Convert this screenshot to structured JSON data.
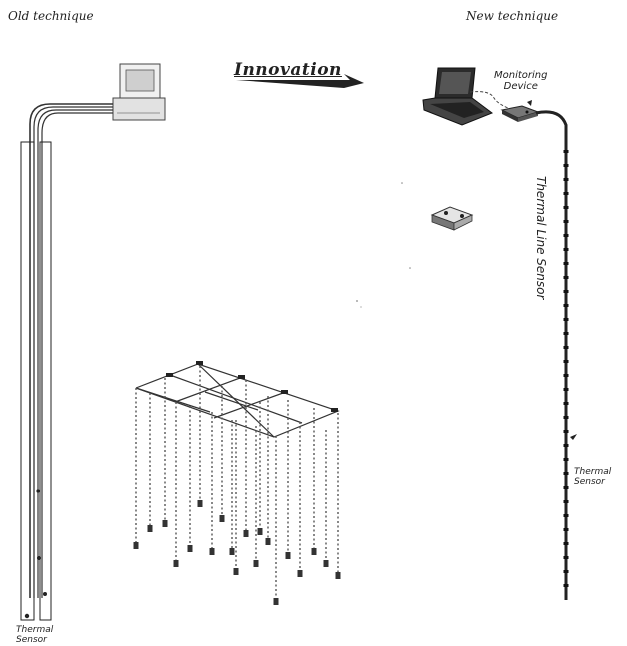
{
  "labels": {
    "old_technique": "Old technique",
    "new_technique": "New technique",
    "innovation": "Innovation",
    "monitoring_line1": "Monitoring",
    "monitoring_line2": "Device",
    "thermal_line_sensor": "Thermal Line Sensor",
    "thermal_sensor_right_line1": "Thermal",
    "thermal_sensor_right_line2": "Sensor",
    "thermal_sensor_left_line1": "Thermal",
    "thermal_sensor_left_line2": "Sensor"
  },
  "icons": [
    "desktop-computer-icon",
    "laptop-icon",
    "monitoring-device-icon",
    "sensor-module-icon",
    "arrow-right-icon"
  ],
  "colors": {
    "line": "#333333",
    "sensor_dot": "#555555",
    "background": "#ffffff"
  }
}
